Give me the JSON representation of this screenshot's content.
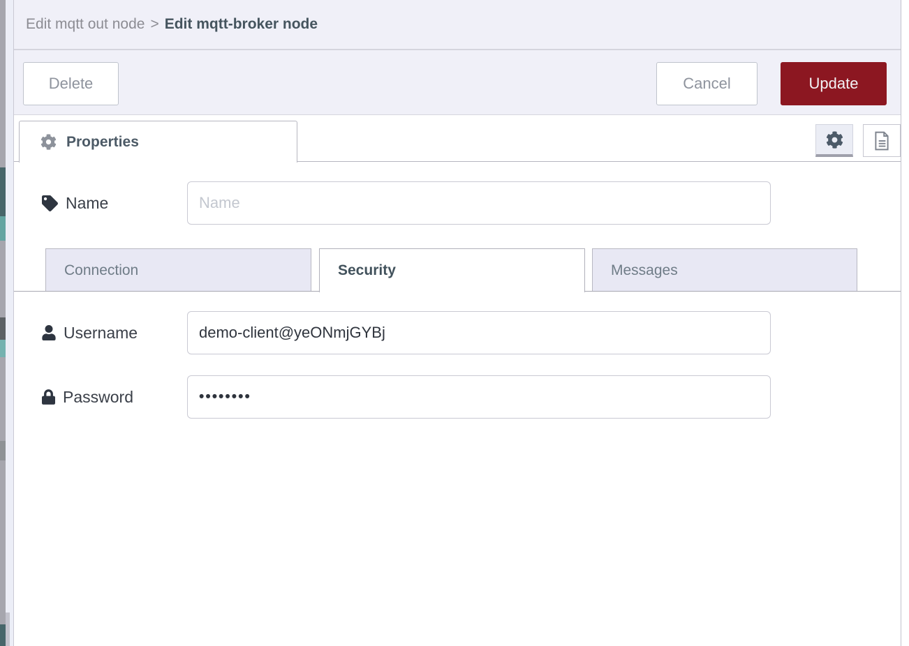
{
  "breadcrumb": {
    "parent": "Edit mqtt out node",
    "separator": ">",
    "current": "Edit mqtt-broker node"
  },
  "toolbar": {
    "delete_label": "Delete",
    "cancel_label": "Cancel",
    "update_label": "Update"
  },
  "header_tabs": {
    "properties_label": "Properties"
  },
  "icons": {
    "properties_tab": "cog-icon",
    "settings_button": "cog-icon",
    "docs_button": "document-icon",
    "name_field": "tag-icon",
    "username_field": "user-icon",
    "password_field": "lock-icon"
  },
  "form": {
    "name": {
      "label": "Name",
      "placeholder": "Name",
      "value": ""
    },
    "username": {
      "label": "Username",
      "value": "demo-client@yeONmjGYBj"
    },
    "password": {
      "label": "Password",
      "value": "••••••••"
    }
  },
  "security_tabs": [
    {
      "label": "Connection",
      "active": false
    },
    {
      "label": "Security",
      "active": true
    },
    {
      "label": "Messages",
      "active": false
    }
  ],
  "colors": {
    "accent_red": "#8c1721",
    "panel_bg": "#f0f0f8",
    "inactive_tab_bg": "#e8e8f4",
    "border": "#b6b6c0",
    "heading_text": "#45545e"
  }
}
